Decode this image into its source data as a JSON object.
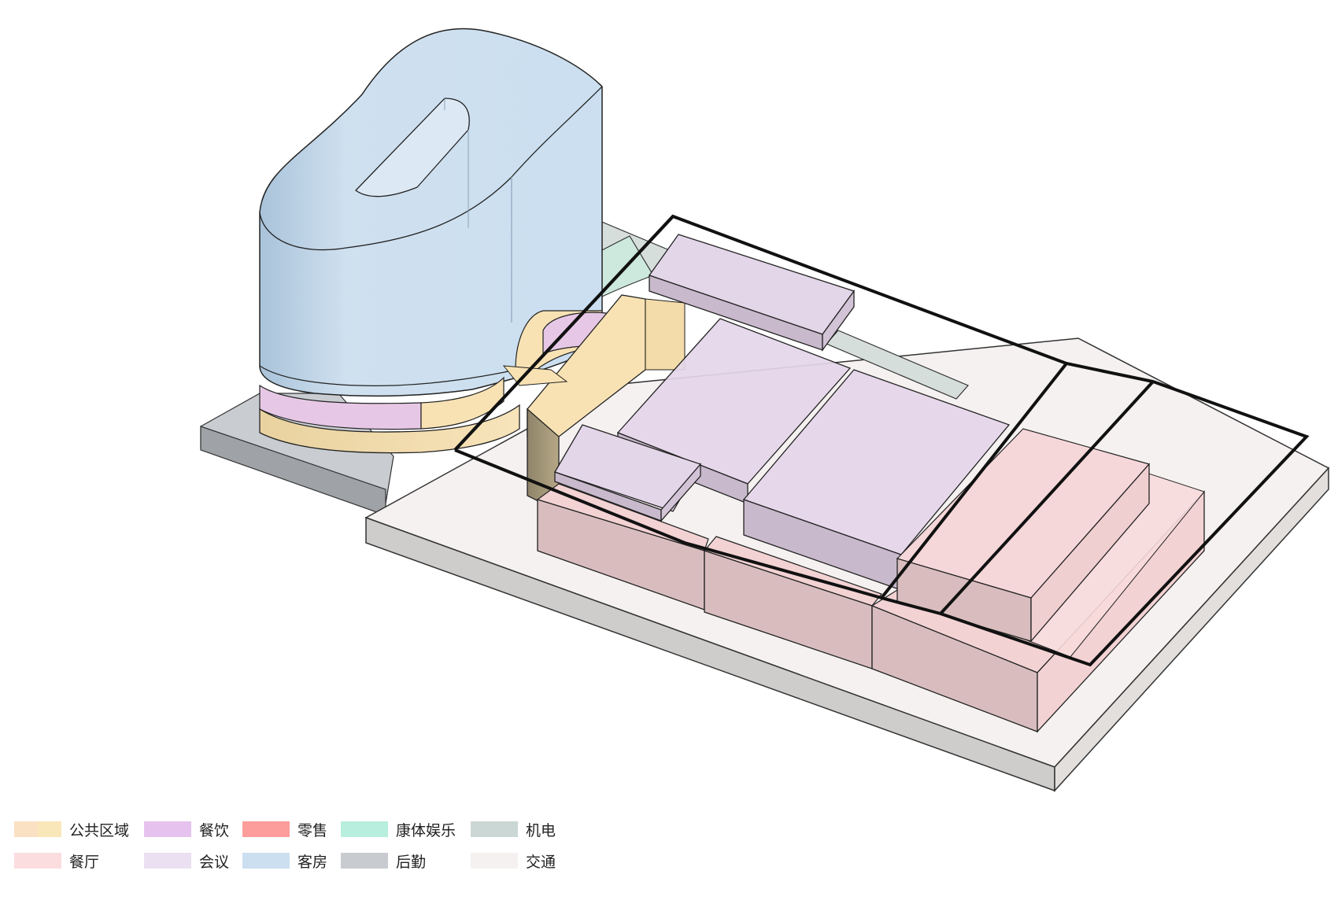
{
  "legend": {
    "items": [
      {
        "label": "公共区域",
        "color": "#fae1c3",
        "color2": "#f9e6b9"
      },
      {
        "label": "餐饮",
        "color": "#e6c3ee"
      },
      {
        "label": "零售",
        "color": "#fc9d9c"
      },
      {
        "label": "康体娱乐",
        "color": "#b7eedd"
      },
      {
        "label": "机电",
        "color": "#cbd7d4"
      },
      {
        "label": "餐厅",
        "color": "#fbdde0"
      },
      {
        "label": "会议",
        "color": "#ebe0f1"
      },
      {
        "label": "客房",
        "color": "#cbdff0"
      },
      {
        "label": "后勤",
        "color": "#c8cbcf"
      },
      {
        "label": "交通",
        "color": "#f4f1f0"
      }
    ]
  },
  "colors": {
    "tower": "#cbdff0",
    "public": "#f8e2b4",
    "dining": "#e6c8e6",
    "fitness": "#cde8dc",
    "mep": "#d6dedc",
    "restaurant": "#f3d2d3",
    "meeting": "#e4d6e9",
    "backOfHouse": "#c9ccd0",
    "circulation": "#f4f1f0",
    "outline": "#111111"
  }
}
